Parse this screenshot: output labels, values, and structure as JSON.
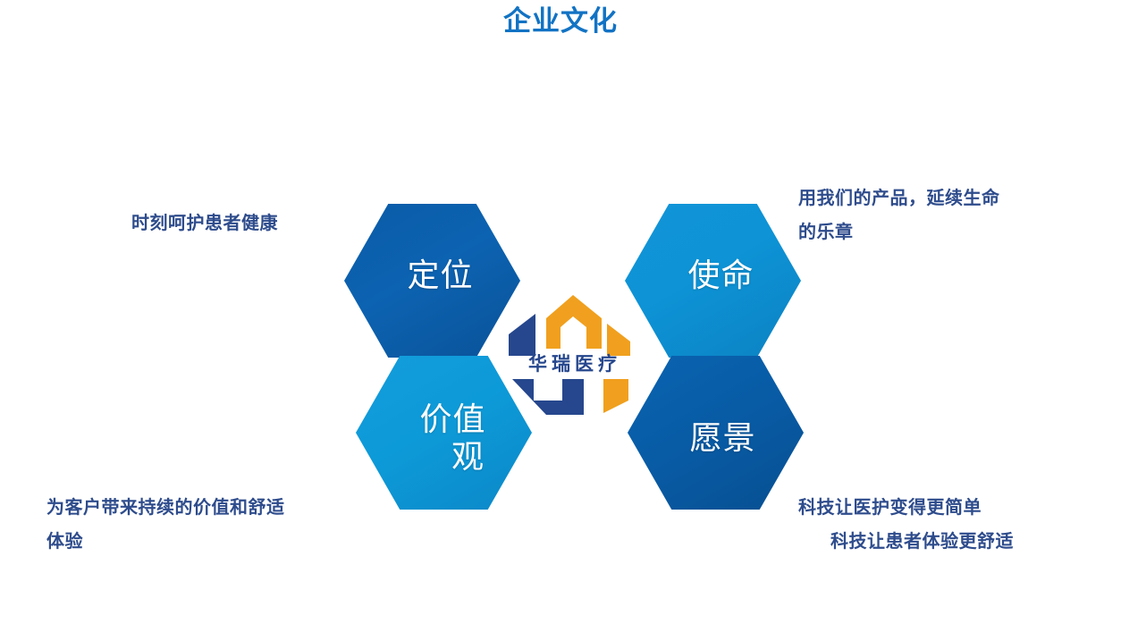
{
  "slide": {
    "title": "企业文化",
    "title_color": "#1273c4",
    "background": "#ffffff",
    "caption_color": "#2e4c8c"
  },
  "logo": {
    "brand_text": "华瑞医疗",
    "mark_colors": {
      "blue": "#26478d",
      "orange": "#f0a01e"
    }
  },
  "hexagons": [
    {
      "key": "position",
      "label": "定位",
      "color": "#0b5da8",
      "position": "top-left"
    },
    {
      "key": "mission",
      "label": "使命",
      "color": "#0d93d6",
      "position": "top-right"
    },
    {
      "key": "values",
      "label_line1": "价值",
      "label_line2": "观",
      "color": "#0d9ad8",
      "position": "bottom-left"
    },
    {
      "key": "vision",
      "label": "愿景",
      "color": "#075ca6",
      "position": "bottom-right"
    }
  ],
  "captions": {
    "position": "时刻呵护患者健康",
    "mission_line1": "用我们的产品，延续生命",
    "mission_line2": "的乐章",
    "values_line1": "为客户带来持续的价值和舒适",
    "values_line2": "体验",
    "vision_line1": "科技让医护变得更简单",
    "vision_line2": "科技让患者体验更舒适"
  }
}
